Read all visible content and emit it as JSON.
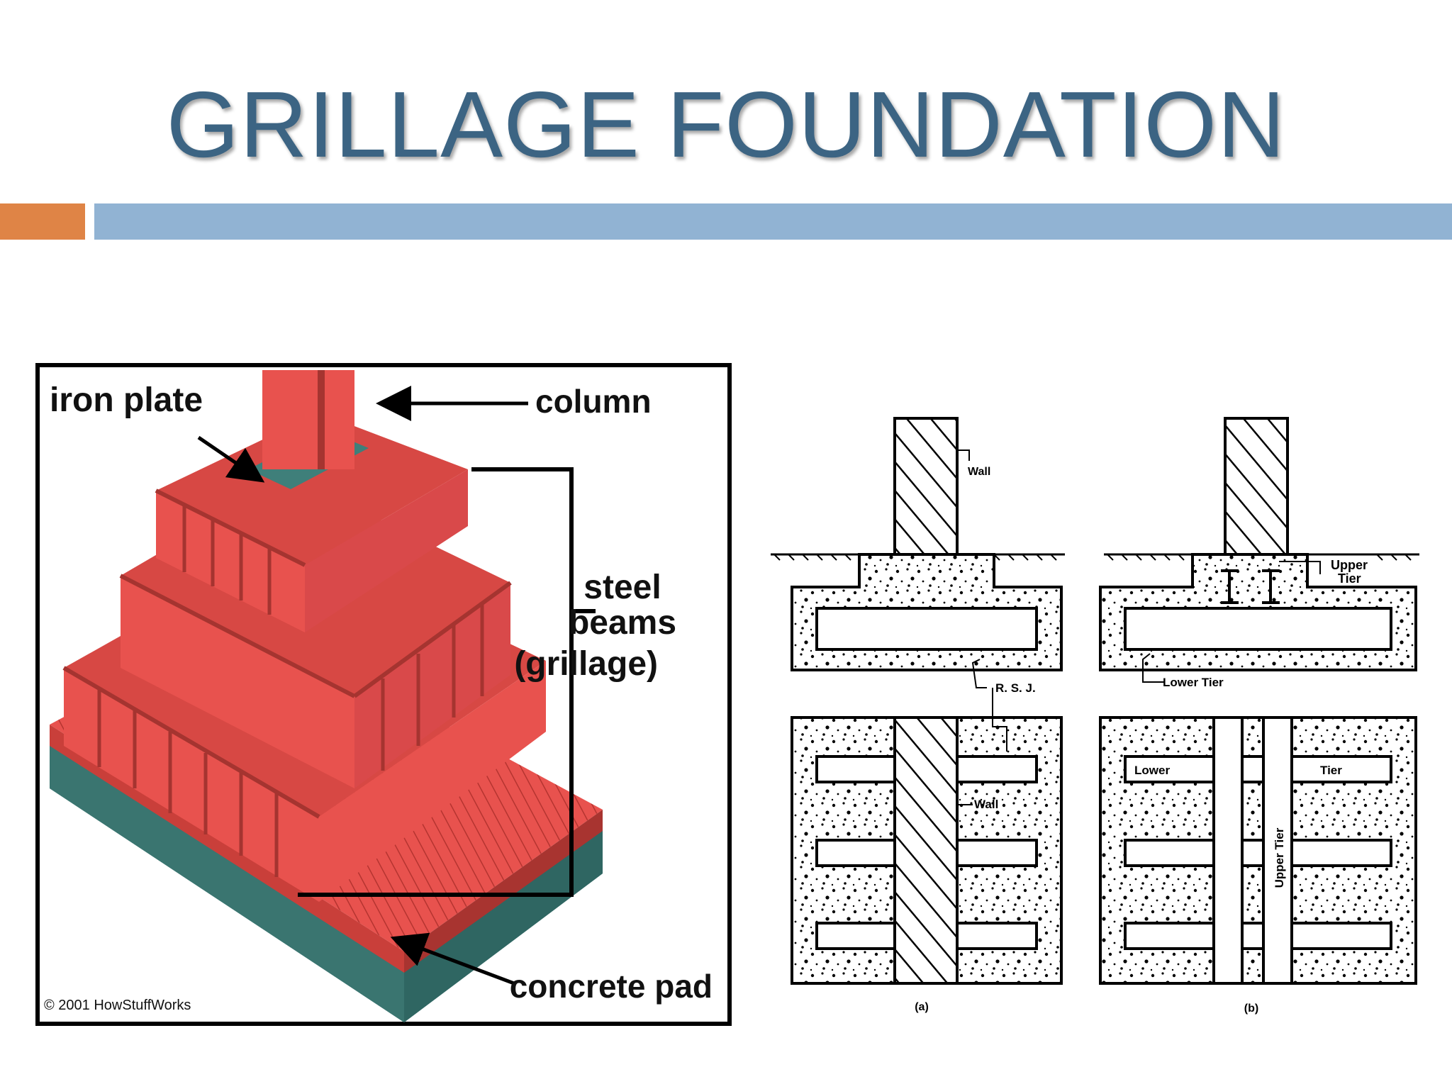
{
  "slide": {
    "title": "GRILLAGE FOUNDATION"
  },
  "colors": {
    "title": "#3c6483",
    "accent_bar": "#df8446",
    "main_bar": "#91b3d3",
    "steel": "#e8524e",
    "concrete": "#3f7f7a"
  },
  "left_figure": {
    "labels": {
      "iron_plate": "iron plate",
      "column": "column",
      "steel": "steel",
      "beams": "beams",
      "grillage": "(grillage)",
      "concrete_pad": "concrete pad",
      "copyright": "© 2001 HowStuffWorks"
    }
  },
  "right_figure": {
    "labels": {
      "wall": "Wall",
      "upper": "Upper",
      "tier": "Tier",
      "rsj": "R. S. J.",
      "lower_tier": "Lower  Tier",
      "wall_plan": "Wall",
      "lower": "Lower",
      "tier_plan": "Tier",
      "upper_tier_vertical": "Upper  Tier",
      "caption_a": "(a)",
      "caption_b": "(b)"
    }
  }
}
